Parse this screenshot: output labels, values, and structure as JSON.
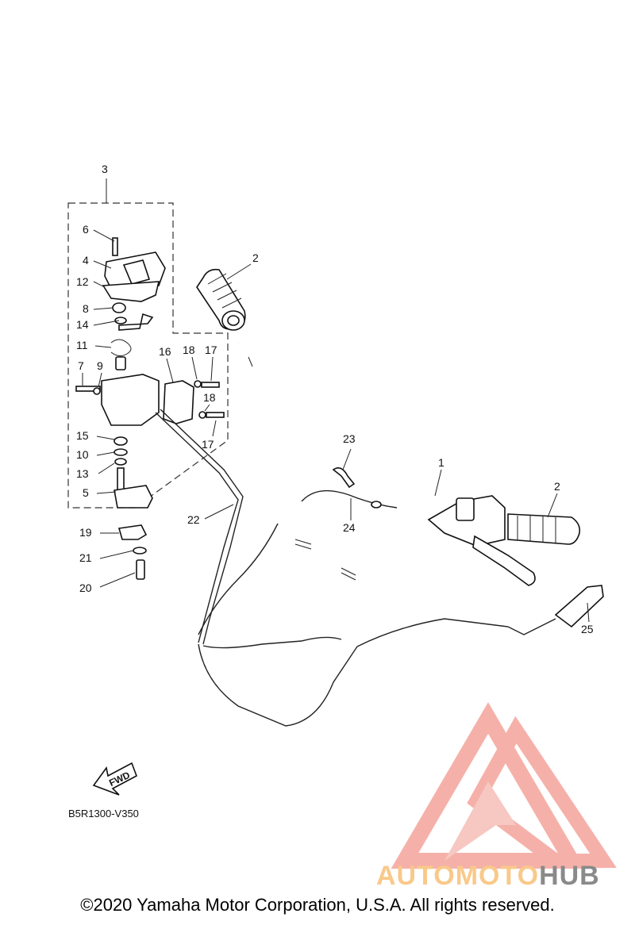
{
  "callouts": {
    "c1": "1",
    "c2a": "2",
    "c2b": "2",
    "c3": "3",
    "c4": "4",
    "c5": "5",
    "c6": "6",
    "c7": "7",
    "c8": "8",
    "c9": "9",
    "c10": "10",
    "c11": "11",
    "c12": "12",
    "c13": "13",
    "c14": "14",
    "c15": "15",
    "c16": "16",
    "c17a": "17",
    "c17b": "17",
    "c18a": "18",
    "c18b": "18",
    "c19": "19",
    "c20": "20",
    "c21": "21",
    "c22": "22",
    "c23": "23",
    "c24": "24",
    "c25": "25"
  },
  "forward_label": "FWD",
  "diagram_code": "B5R1300-V350",
  "copyright": "©2020 Yamaha Motor Corporation, U.S.A. All rights reserved.",
  "watermark": {
    "part1": "AUTOMOTO",
    "part2": "HUB",
    "color_main": "#f4a9a0",
    "color_accent": "#f9c98a",
    "color_hub": "#8a8a8a"
  }
}
